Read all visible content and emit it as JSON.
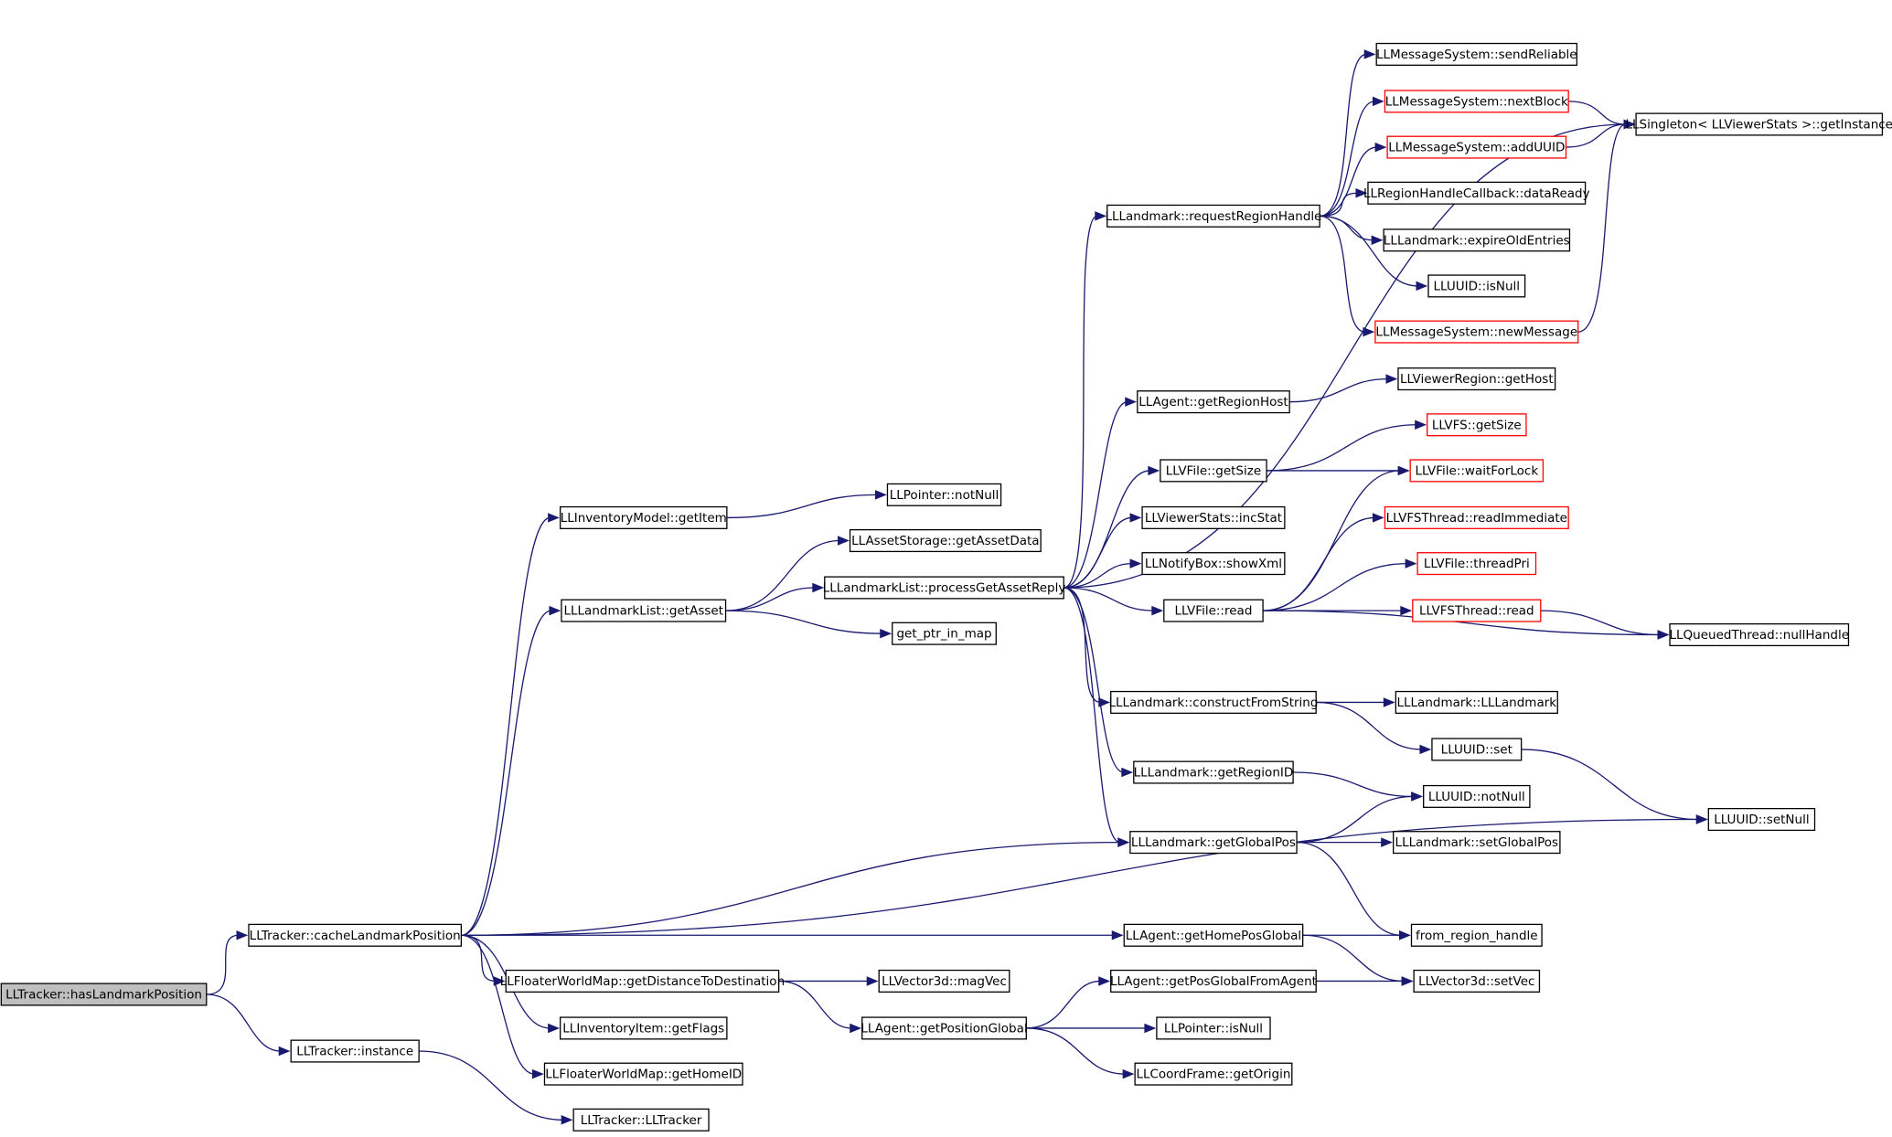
{
  "graph": {
    "nodes": [
      {
        "id": "hasLandmarkPosition",
        "label": "LLTracker::hasLandmarkPosition",
        "style": "root"
      },
      {
        "id": "cacheLandmarkPosition",
        "label": "LLTracker::cacheLandmarkPosition",
        "style": "normal"
      },
      {
        "id": "trackerInstance",
        "label": "LLTracker::instance",
        "style": "normal"
      },
      {
        "id": "invModelGetItem",
        "label": "LLInventoryModel::getItem",
        "style": "normal"
      },
      {
        "id": "landmarkListGetAsset",
        "label": "LLLandmarkList::getAsset",
        "style": "normal"
      },
      {
        "id": "getDistanceToDestination",
        "label": "LLFloaterWorldMap::getDistanceToDestination",
        "style": "normal"
      },
      {
        "id": "invItemGetFlags",
        "label": "LLInventoryItem::getFlags",
        "style": "normal"
      },
      {
        "id": "getHomeID",
        "label": "LLFloaterWorldMap::getHomeID",
        "style": "normal"
      },
      {
        "id": "trackerCtor",
        "label": "LLTracker::LLTracker",
        "style": "normal"
      },
      {
        "id": "pointerNotNull",
        "label": "LLPointer::notNull",
        "style": "normal"
      },
      {
        "id": "getAssetData",
        "label": "LLAssetStorage::getAssetData",
        "style": "normal"
      },
      {
        "id": "processGetAssetReply",
        "label": "LLLandmarkList::processGetAssetReply",
        "style": "normal"
      },
      {
        "id": "getPtrInMap",
        "label": "get_ptr_in_map",
        "style": "normal"
      },
      {
        "id": "magVec",
        "label": "LLVector3d::magVec",
        "style": "normal"
      },
      {
        "id": "getPositionGlobal",
        "label": "LLAgent::getPositionGlobal",
        "style": "normal"
      },
      {
        "id": "requestRegionHandle",
        "label": "LLLandmark::requestRegionHandle",
        "style": "normal"
      },
      {
        "id": "getRegionHost",
        "label": "LLAgent::getRegionHost",
        "style": "normal"
      },
      {
        "id": "vfileGetSize",
        "label": "LLVFile::getSize",
        "style": "normal"
      },
      {
        "id": "incStat",
        "label": "LLViewerStats::incStat",
        "style": "normal"
      },
      {
        "id": "showXml",
        "label": "LLNotifyBox::showXml",
        "style": "normal"
      },
      {
        "id": "vfileRead",
        "label": "LLVFile::read",
        "style": "normal"
      },
      {
        "id": "constructFromString",
        "label": "LLLandmark::constructFromString",
        "style": "normal"
      },
      {
        "id": "getRegionID",
        "label": "LLLandmark::getRegionID",
        "style": "normal"
      },
      {
        "id": "getGlobalPos",
        "label": "LLLandmark::getGlobalPos",
        "style": "normal"
      },
      {
        "id": "getHomePosGlobal",
        "label": "LLAgent::getHomePosGlobal",
        "style": "normal"
      },
      {
        "id": "getPosGlobalFromAgent",
        "label": "LLAgent::getPosGlobalFromAgent",
        "style": "normal"
      },
      {
        "id": "pointerIsNull",
        "label": "LLPointer::isNull",
        "style": "normal"
      },
      {
        "id": "getOrigin",
        "label": "LLCoordFrame::getOrigin",
        "style": "normal"
      },
      {
        "id": "sendReliable",
        "label": "LLMessageSystem::sendReliable",
        "style": "normal"
      },
      {
        "id": "nextBlock",
        "label": "LLMessageSystem::nextBlock",
        "style": "red"
      },
      {
        "id": "addUUID",
        "label": "LLMessageSystem::addUUID",
        "style": "red"
      },
      {
        "id": "dataReady",
        "label": "LLRegionHandleCallback::dataReady",
        "style": "normal"
      },
      {
        "id": "expireOldEntries",
        "label": "LLLandmark::expireOldEntries",
        "style": "normal"
      },
      {
        "id": "uuidIsNull",
        "label": "LLUUID::isNull",
        "style": "normal"
      },
      {
        "id": "newMessage",
        "label": "LLMessageSystem::newMessage",
        "style": "red"
      },
      {
        "id": "viewerRegionGetHost",
        "label": "LLViewerRegion::getHost",
        "style": "normal"
      },
      {
        "id": "vfsGetSize",
        "label": "LLVFS::getSize",
        "style": "red"
      },
      {
        "id": "waitForLock",
        "label": "LLVFile::waitForLock",
        "style": "red"
      },
      {
        "id": "readImmediate",
        "label": "LLVFSThread::readImmediate",
        "style": "red"
      },
      {
        "id": "threadPri",
        "label": "LLVFile::threadPri",
        "style": "red"
      },
      {
        "id": "vfsThreadRead",
        "label": "LLVFSThread::read",
        "style": "red"
      },
      {
        "id": "landmarkCtor",
        "label": "LLLandmark::LLLandmark",
        "style": "normal"
      },
      {
        "id": "uuidSet",
        "label": "LLUUID::set",
        "style": "normal"
      },
      {
        "id": "uuidNotNull",
        "label": "LLUUID::notNull",
        "style": "normal"
      },
      {
        "id": "setGlobalPos",
        "label": "LLLandmark::setGlobalPos",
        "style": "normal"
      },
      {
        "id": "fromRegionHandle",
        "label": "from_region_handle",
        "style": "normal"
      },
      {
        "id": "setVec",
        "label": "LLVector3d::setVec",
        "style": "normal"
      },
      {
        "id": "singletonGetInstance",
        "label": "LLSingleton< LLViewerStats >::getInstance",
        "style": "normal"
      },
      {
        "id": "nullHandle",
        "label": "LLQueuedThread::nullHandle",
        "style": "normal"
      },
      {
        "id": "uuidSetNull",
        "label": "LLUUID::setNull",
        "style": "normal"
      }
    ],
    "edges": [
      [
        "hasLandmarkPosition",
        "cacheLandmarkPosition"
      ],
      [
        "hasLandmarkPosition",
        "trackerInstance"
      ],
      [
        "cacheLandmarkPosition",
        "invModelGetItem"
      ],
      [
        "cacheLandmarkPosition",
        "landmarkListGetAsset"
      ],
      [
        "cacheLandmarkPosition",
        "getDistanceToDestination"
      ],
      [
        "cacheLandmarkPosition",
        "invItemGetFlags"
      ],
      [
        "cacheLandmarkPosition",
        "getHomeID"
      ],
      [
        "cacheLandmarkPosition",
        "getGlobalPos"
      ],
      [
        "cacheLandmarkPosition",
        "uuidSetNull"
      ],
      [
        "cacheLandmarkPosition",
        "getHomePosGlobal"
      ],
      [
        "trackerInstance",
        "trackerCtor"
      ],
      [
        "invModelGetItem",
        "pointerNotNull"
      ],
      [
        "landmarkListGetAsset",
        "getAssetData"
      ],
      [
        "landmarkListGetAsset",
        "processGetAssetReply"
      ],
      [
        "landmarkListGetAsset",
        "getPtrInMap"
      ],
      [
        "getDistanceToDestination",
        "magVec"
      ],
      [
        "getDistanceToDestination",
        "getPositionGlobal"
      ],
      [
        "processGetAssetReply",
        "requestRegionHandle"
      ],
      [
        "processGetAssetReply",
        "getRegionHost"
      ],
      [
        "processGetAssetReply",
        "vfileGetSize"
      ],
      [
        "processGetAssetReply",
        "incStat"
      ],
      [
        "processGetAssetReply",
        "showXml"
      ],
      [
        "processGetAssetReply",
        "vfileRead"
      ],
      [
        "processGetAssetReply",
        "constructFromString"
      ],
      [
        "processGetAssetReply",
        "getRegionID"
      ],
      [
        "processGetAssetReply",
        "getGlobalPos"
      ],
      [
        "processGetAssetReply",
        "singletonGetInstance"
      ],
      [
        "getPositionGlobal",
        "getPosGlobalFromAgent"
      ],
      [
        "getPositionGlobal",
        "pointerIsNull"
      ],
      [
        "getPositionGlobal",
        "getOrigin"
      ],
      [
        "requestRegionHandle",
        "sendReliable"
      ],
      [
        "requestRegionHandle",
        "nextBlock"
      ],
      [
        "requestRegionHandle",
        "addUUID"
      ],
      [
        "requestRegionHandle",
        "dataReady"
      ],
      [
        "requestRegionHandle",
        "expireOldEntries"
      ],
      [
        "requestRegionHandle",
        "uuidIsNull"
      ],
      [
        "requestRegionHandle",
        "newMessage"
      ],
      [
        "nextBlock",
        "singletonGetInstance"
      ],
      [
        "addUUID",
        "singletonGetInstance"
      ],
      [
        "newMessage",
        "singletonGetInstance"
      ],
      [
        "getRegionHost",
        "viewerRegionGetHost"
      ],
      [
        "vfileGetSize",
        "vfsGetSize"
      ],
      [
        "vfileGetSize",
        "waitForLock"
      ],
      [
        "vfileRead",
        "waitForLock"
      ],
      [
        "vfileRead",
        "readImmediate"
      ],
      [
        "vfileRead",
        "threadPri"
      ],
      [
        "vfileRead",
        "vfsThreadRead"
      ],
      [
        "vfileRead",
        "nullHandle"
      ],
      [
        "vfsThreadRead",
        "nullHandle"
      ],
      [
        "constructFromString",
        "landmarkCtor"
      ],
      [
        "constructFromString",
        "uuidSet"
      ],
      [
        "getRegionID",
        "uuidNotNull"
      ],
      [
        "getGlobalPos",
        "uuidNotNull"
      ],
      [
        "getGlobalPos",
        "setGlobalPos"
      ],
      [
        "getGlobalPos",
        "fromRegionHandle"
      ],
      [
        "uuidSet",
        "uuidSetNull"
      ],
      [
        "getHomePosGlobal",
        "fromRegionHandle"
      ],
      [
        "getHomePosGlobal",
        "setVec"
      ],
      [
        "getPosGlobalFromAgent",
        "setVec"
      ]
    ]
  },
  "colors": {
    "edge": "#191970",
    "node_border": "#000000",
    "node_border_truncated": "#ff0000",
    "root_fill": "#bfbfbf",
    "background": "#ffffff"
  }
}
